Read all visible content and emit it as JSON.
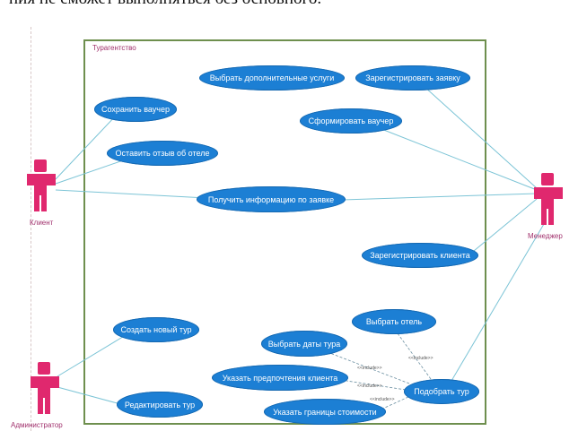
{
  "caption_fragment": "ния не сможет выполняться без основного.",
  "system": {
    "title": "Турагентство"
  },
  "actors": {
    "client": "Клиент",
    "manager": "Менеджер",
    "admin": "Администратор"
  },
  "usecases": {
    "extra_services": "Выбрать дополнительные услуги",
    "register_request": "Зарегистрировать заявку",
    "save_voucher": "Сохранить ваучер",
    "form_voucher": "Сформировать ваучер",
    "leave_review": "Оставить отзыв об отеле",
    "get_info": "Получить информацию по заявке",
    "register_client": "Зарегистрировать клиента",
    "create_tour": "Создать новый тур",
    "choose_hotel": "Выбрать отель",
    "choose_dates": "Выбрать даты тура",
    "preferences": "Указать предпочтения клиента",
    "pick_tour": "Подобрать тур",
    "edit_tour": "Редактировать тур",
    "price_limits": "Указать границы стоимости"
  },
  "include_label": "<<include>>",
  "colors": {
    "usecase": "#1c7fd4",
    "actor": "#e0286e",
    "boundary": "#6e8f4e",
    "line": "#7cc4d6"
  }
}
